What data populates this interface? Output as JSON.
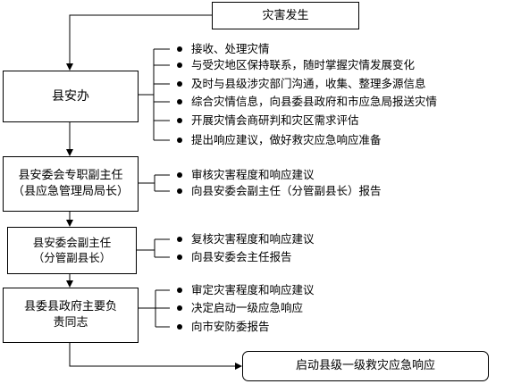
{
  "start": "灾害发生",
  "end": "启动县级一级救灾应急响应",
  "stages": [
    {
      "lines": [
        "县安办"
      ],
      "tasks": [
        "接收、处理灾情",
        "与受灾地区保持联系，随时掌握灾情发展变化",
        "及时与县级涉灾部门沟通，收集、整理多源信息",
        "综合灾情信息，向县委县政府和市应急局报送灾情",
        "开展灾情会商研判和灾区需求评估",
        "提出响应建议，做好救灾应急响应准备"
      ]
    },
    {
      "lines": [
        "县安委会专职副主任",
        "（县应急管理局局长）"
      ],
      "tasks": [
        "审核灾害程度和响应建议",
        "向县安委会副主任（分管副县长）报告"
      ]
    },
    {
      "lines": [
        "县安委会副主任",
        "（分管副县长）"
      ],
      "tasks": [
        "复核灾害程度和响应建议",
        "向县安委会主任报告"
      ]
    },
    {
      "lines": [
        "县委县政府主要负",
        "责同志"
      ],
      "tasks": [
        "审定灾害程度和响应建议",
        "决定启动一级应急响应",
        "向市安防委报告"
      ]
    }
  ]
}
